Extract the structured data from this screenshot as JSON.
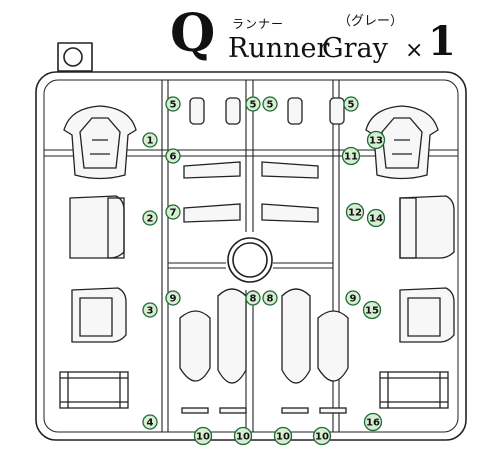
{
  "header": {
    "letter": "Q",
    "runner_kana": "ランナー",
    "runner_word": "Runner",
    "color_kana": "（グレー）",
    "color_word": "Gray",
    "times": "×",
    "count": "1"
  },
  "part_numbers": [
    "1",
    "2",
    "3",
    "4",
    "5",
    "5",
    "5",
    "5",
    "6",
    "7",
    "8",
    "8",
    "9",
    "9",
    "10",
    "10",
    "10",
    "10",
    "11",
    "12",
    "13",
    "14",
    "15",
    "16"
  ],
  "colors": {
    "label_fill": "#d7eed3",
    "label_stroke": "#1f6b35",
    "line": "#222222"
  }
}
